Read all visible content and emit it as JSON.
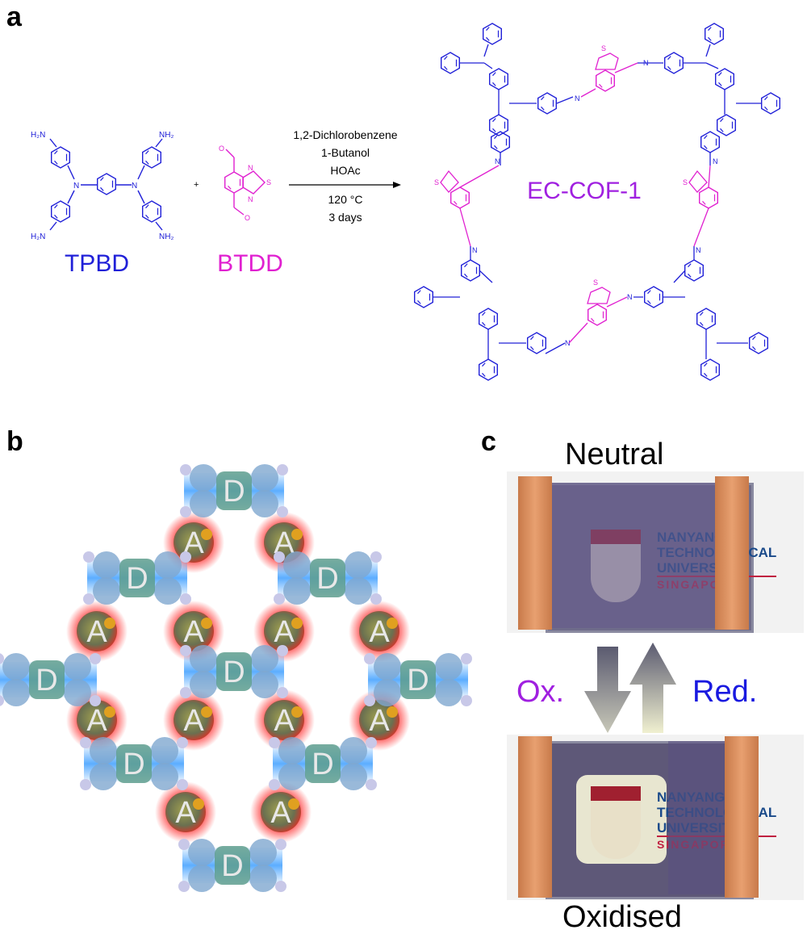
{
  "panels": {
    "a": "a",
    "b": "b",
    "c": "c"
  },
  "scheme": {
    "tpbd_amine": "NH₂",
    "tpbd_amine_left": "H₂N",
    "nitrogen": "N",
    "sulfur": "S",
    "oxygen": "O",
    "plus": "+",
    "conditions": [
      "1,2-Dichlorobenzene",
      "1-Butanol",
      "HOAc",
      "120 °C",
      "3 days"
    ],
    "tpbd_label": "TPBD",
    "btdd_label": "BTDD",
    "product_label": "EC-COF-1"
  },
  "lattice": {
    "donor": "D",
    "acceptor": "A"
  },
  "device": {
    "neutral_label": "Neutral",
    "oxidised_label": "Oxidised",
    "ox_label": "Ox.",
    "red_label": "Red.",
    "logo_lines": [
      "NANYANG",
      "TECHNOLOGICAL",
      "UNIVERSITY",
      "SINGAPORE"
    ]
  },
  "colors": {
    "donor_blue": "#2020d8",
    "acceptor_magenta": "#e020d0",
    "product_purple": "#a020e0",
    "ox_purple": "#a020e0",
    "red_blue": "#1a1ae0",
    "copper": "#d8875a"
  }
}
